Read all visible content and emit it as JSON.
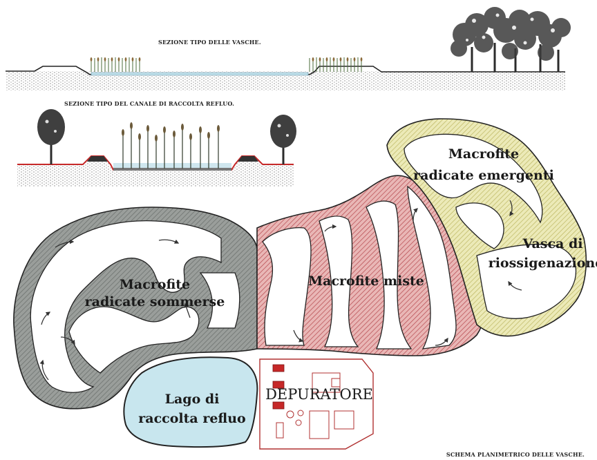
{
  "top_section": {
    "title": "SEZIONE TIPO DELLE VASCHE."
  },
  "channel_section": {
    "title": "SEZIONE TIPO DEL CANALE DI RACCOLTA REFLUO."
  },
  "plan": {
    "zones": {
      "submerged": {
        "line1": "Macrofite",
        "line2": "radicate sommerse"
      },
      "mixed": {
        "line1": "Macrofite miste"
      },
      "emergent": {
        "line1": "Macrofite",
        "line2": "radicate emergenti"
      },
      "reoxygenation": {
        "line1": "Vasca di",
        "line2": "riossigenazione"
      },
      "lake": {
        "line1": "Lago di",
        "line2": "raccolta refluo"
      },
      "plant": {
        "line1": "DEPURATORE"
      }
    },
    "caption": "SCHEMA PLANIMETRICO DELLE VASCHE.",
    "colors": {
      "submerged_fill": "#8a8f8c",
      "mixed_fill": "#c97a7e",
      "emergent_fill": "#d8d48c",
      "lake_fill": "#c8e6ee",
      "plant_red": "#c62828"
    }
  }
}
